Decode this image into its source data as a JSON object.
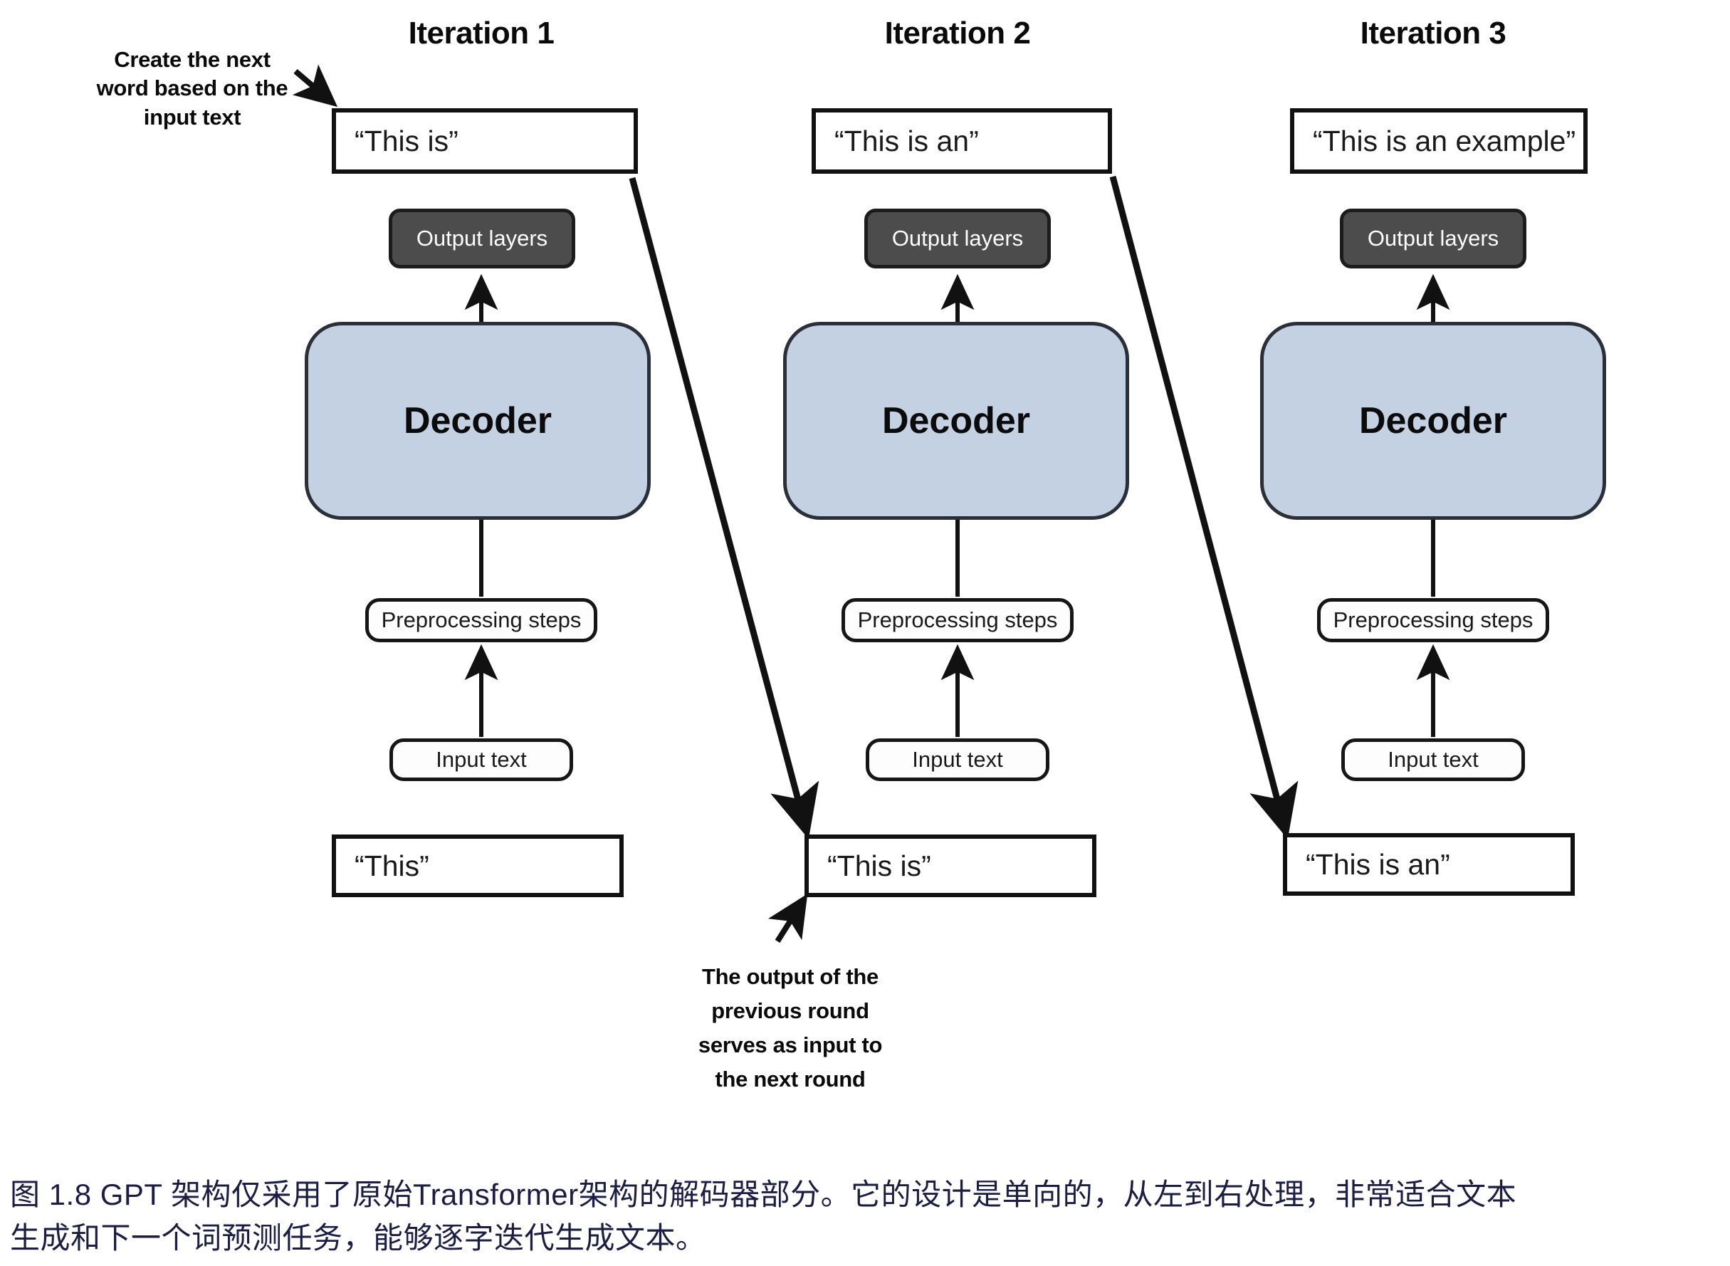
{
  "figure": {
    "caption_line1": "图 1.8  GPT 架构仅采用了原始Transformer架构的解码器部分。它的设计是单向的，从左到右处理，非常适合文本",
    "caption_line2": "生成和下一个词预测任务，能够逐字迭代生成文本。",
    "caption_color": "#1b1d42"
  },
  "annotations": {
    "top_note": "Create the next\nword based on the\ninput text",
    "top_note_lines": [
      "Create the next",
      "word based on the",
      "input text"
    ],
    "bottom_note_lines": [
      "The output of the",
      "previous round",
      "serves as input to",
      "the next round"
    ]
  },
  "colors": {
    "decoder_fill": "#c3d1e3",
    "decoder_border": "#2a2f38",
    "output_layers_fill": "#4c4c4c",
    "output_layers_text": "#ffffff",
    "box_border": "#111111",
    "canvas": "#ffffff"
  },
  "columns": [
    {
      "title": "Iteration 1",
      "output_sentence": "“This is”",
      "output_layers_label": "Output layers",
      "decoder_label": "Decoder",
      "preprocessing_label": "Preprocessing steps",
      "input_text_label": "Input text",
      "input_sentence": "“This”"
    },
    {
      "title": "Iteration 2",
      "output_sentence": "“This is an”",
      "output_layers_label": "Output layers",
      "decoder_label": "Decoder",
      "preprocessing_label": "Preprocessing steps",
      "input_text_label": "Input text",
      "input_sentence": "“This is”"
    },
    {
      "title": "Iteration 3",
      "output_sentence": "“This is an example”",
      "output_layers_label": "Output layers",
      "decoder_label": "Decoder",
      "preprocessing_label": "Preprocessing steps",
      "input_text_label": "Input text",
      "input_sentence": "“This is an”"
    }
  ],
  "icons": {
    "up_arrow": "arrow-up-icon",
    "diagonal_arrow": "arrow-diagonal-icon",
    "pointer_arrow": "arrow-pointer-icon"
  }
}
